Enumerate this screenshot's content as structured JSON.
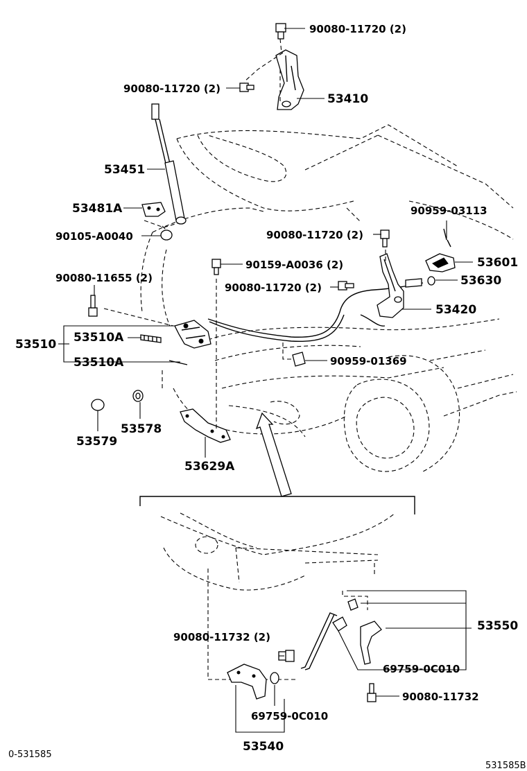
{
  "labels": {
    "p_90080_11720_top": "90080-11720 (2)",
    "p_90080_11720_left": "90080-11720 (2)",
    "p_53410": "53410",
    "p_53451": "53451",
    "p_53481A": "53481A",
    "p_90105_A0040": "90105-A0040",
    "p_90959_03113": "90959-03113",
    "p_90080_11720_mid": "90080-11720 (2)",
    "p_53601": "53601",
    "p_90159_A0036": "90159-A0036 (2)",
    "p_53630": "53630",
    "p_90080_11655": "90080-11655 (2)",
    "p_90080_11720_low": "90080-11720 (2)",
    "p_53420": "53420",
    "p_53510": "53510",
    "p_53510A_1": "53510A",
    "p_53510A_2": "53510A",
    "p_90959_01369": "90959-01369",
    "p_53579": "53579",
    "p_53578": "53578",
    "p_53629A": "53629A",
    "p_53550": "53550",
    "p_90080_11732_2": "90080-11732 (2)",
    "p_69759_0C010_r": "69759-0C010",
    "p_90080_11732": "90080-11732",
    "p_69759_0C010_l": "69759-0C010",
    "p_53540": "53540",
    "footer_left": "0-531585",
    "footer_right": "531585B"
  }
}
